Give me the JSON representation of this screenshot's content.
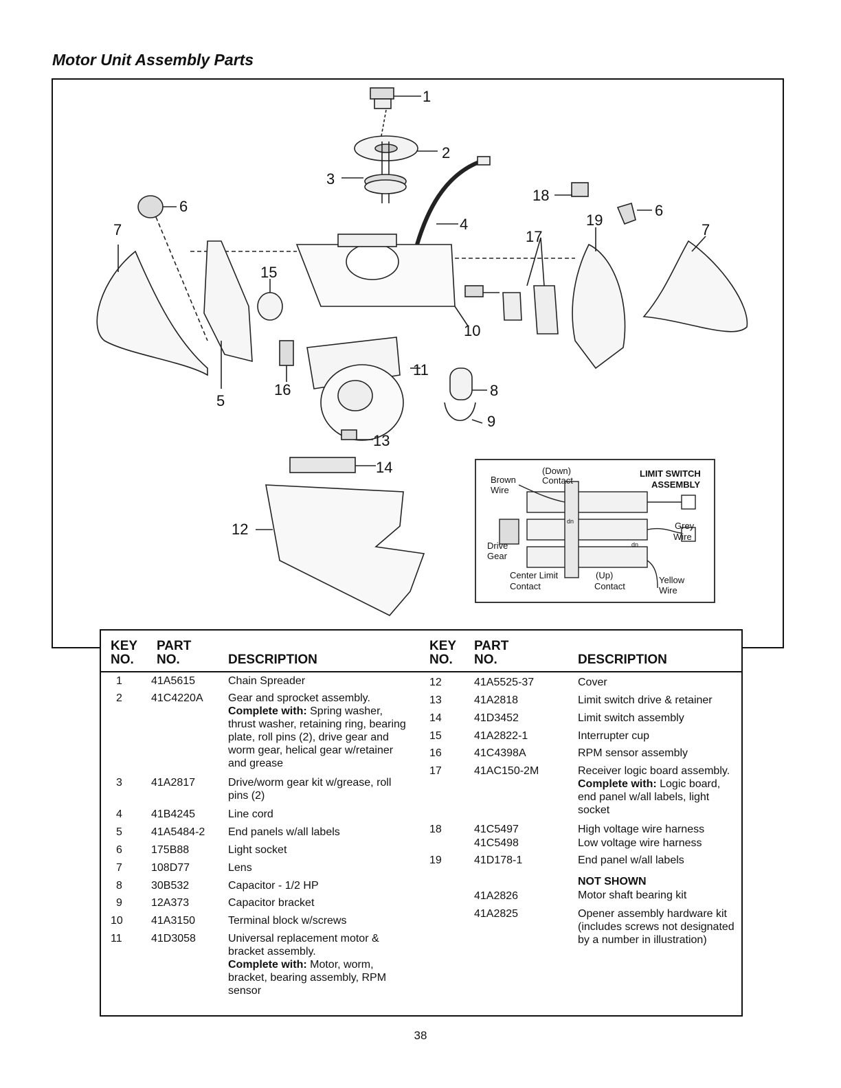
{
  "title": "Motor Unit Assembly Parts",
  "callouts": [
    "1",
    "2",
    "3",
    "4",
    "5",
    "6",
    "6",
    "7",
    "7",
    "8",
    "9",
    "10",
    "11",
    "12",
    "13",
    "14",
    "15",
    "16",
    "17",
    "18",
    "19"
  ],
  "limit_switch": {
    "title_1": "LIMIT SWITCH",
    "title_2": "ASSEMBLY",
    "down_1": "(Down)",
    "down_2": "Contact",
    "brown_1": "Brown",
    "brown_2": "Wire",
    "drive_1": "Drive",
    "drive_2": "Gear",
    "center_1": "Center Limit",
    "center_2": "Contact",
    "up_1": "(Up)",
    "up_2": "Contact",
    "grey_1": "Grey",
    "grey_2": "Wire",
    "yellow_1": "Yellow",
    "yellow_2": "Wire",
    "marker_dn": "dn",
    "marker_up": "dn"
  },
  "table": {
    "headers": {
      "key_1": "KEY",
      "key_2": "NO.",
      "part_1": "PART",
      "part_2": "NO.",
      "description": "DESCRIPTION"
    },
    "left": [
      {
        "key": "1",
        "part": "41A5615",
        "desc": "Chain Spreader"
      },
      {
        "key": "2",
        "part": "41C4220A",
        "desc": "Gear and sprocket assembly.",
        "bold": "Complete with:",
        "rest": " Spring washer, thrust washer, retaining ring, bearing plate, roll pins (2), drive gear and worm gear, helical gear w/retainer and grease"
      },
      {
        "key": "3",
        "part": "41A2817",
        "desc": "Drive/worm gear kit w/grease, roll pins (2)"
      },
      {
        "key": "4",
        "part": "41B4245",
        "desc": "Line cord"
      },
      {
        "key": "5",
        "part": "41A5484-2",
        "desc": "End panels w/all labels"
      },
      {
        "key": "6",
        "part": "175B88",
        "desc": "Light socket"
      },
      {
        "key": "7",
        "part": "108D77",
        "desc": "Lens"
      },
      {
        "key": "8",
        "part": "30B532",
        "desc": "Capacitor - 1/2 HP"
      },
      {
        "key": "9",
        "part": "12A373",
        "desc": "Capacitor bracket"
      },
      {
        "key": "10",
        "part": "41A3150",
        "desc": "Terminal block w/screws"
      },
      {
        "key": "11",
        "part": "41D3058",
        "desc": "Universal replacement motor & bracket assembly.",
        "bold": "Complete with:",
        "rest": " Motor, worm, bracket, bearing assembly, RPM sensor"
      }
    ],
    "right": [
      {
        "key": "12",
        "part": "41A5525-37",
        "desc": "Cover"
      },
      {
        "key": "13",
        "part": "41A2818",
        "desc": "Limit switch drive & retainer"
      },
      {
        "key": "14",
        "part": "41D3452",
        "desc": "Limit switch assembly"
      },
      {
        "key": "15",
        "part": "41A2822-1",
        "desc": "Interrupter cup"
      },
      {
        "key": "16",
        "part": "41C4398A",
        "desc": "RPM sensor assembly"
      },
      {
        "key": "17",
        "part": "41AC150-2M",
        "desc": "Receiver logic board assembly.",
        "bold": "Complete with:",
        "rest": " Logic board, end panel w/all labels, light socket"
      },
      {
        "key": "18",
        "part": "41C5497",
        "desc": "High voltage wire harness"
      },
      {
        "key": "",
        "part": "41C5498",
        "desc": "Low voltage wire harness"
      },
      {
        "key": "19",
        "part": "41D178-1",
        "desc": "End panel w/all labels"
      },
      {
        "key": "",
        "part": "",
        "desc": "NOT SHOWN"
      },
      {
        "key": "",
        "part": "41A2826",
        "desc": "Motor shaft bearing kit"
      },
      {
        "key": "",
        "part": "41A2825",
        "desc": "Opener assembly hardware kit (includes screws not designated by a number in illustration)"
      }
    ]
  },
  "page_number": "38"
}
